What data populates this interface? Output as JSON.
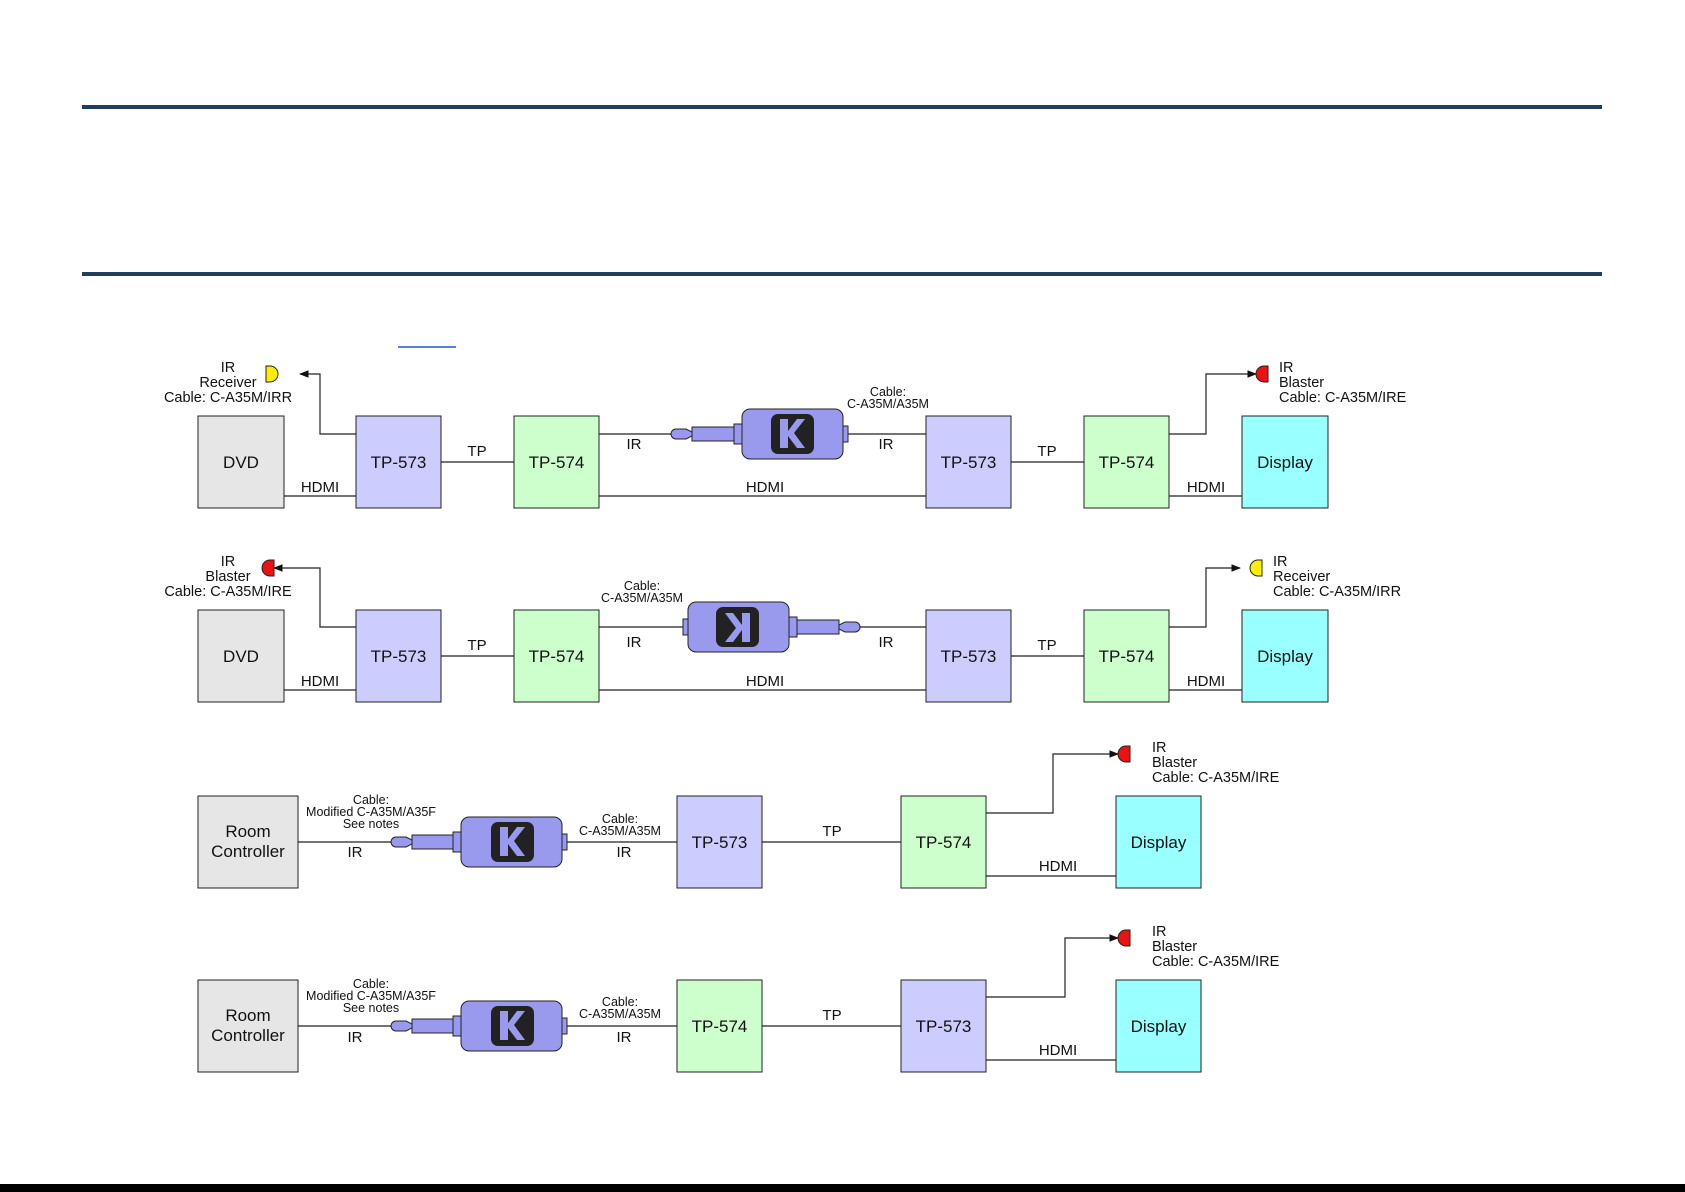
{
  "colors": {
    "rule": "#1f3f5f",
    "source_box": "#e6e6e6",
    "tp573_box": "#ccccff",
    "tp574_box": "#ccffcc",
    "display_box": "#99ffff",
    "adapter_body": "#9999ee",
    "ir_receiver": "#ffee00",
    "ir_blaster": "#ee1111"
  },
  "link_placeholder": "",
  "diagrams": [
    {
      "name": "dvd-receiver-left",
      "boxes": {
        "source": "DVD",
        "tp573_a": "TP-573",
        "tp574_a": "TP-574",
        "tp573_b": "TP-573",
        "tp574_b": "TP-574",
        "display": "Display"
      },
      "labels": {
        "hdmi_1": "HDMI",
        "tp_1": "TP",
        "ir_left": "IR",
        "ir_right": "IR",
        "hdmi_mid": "HDMI",
        "tp_2": "TP",
        "hdmi_2": "HDMI"
      },
      "cable": [
        "Cable:",
        "C-A35M/A35M"
      ],
      "left_ir": [
        "IR",
        "Receiver",
        "Cable: C-A35M/IRR"
      ],
      "right_ir": [
        "IR",
        "Blaster",
        "Cable: C-A35M/IRE"
      ]
    },
    {
      "name": "dvd-blaster-left",
      "boxes": {
        "source": "DVD",
        "tp573_a": "TP-573",
        "tp574_a": "TP-574",
        "tp573_b": "TP-573",
        "tp574_b": "TP-574",
        "display": "Display"
      },
      "labels": {
        "hdmi_1": "HDMI",
        "tp_1": "TP",
        "ir_left": "IR",
        "ir_right": "IR",
        "hdmi_mid": "HDMI",
        "tp_2": "TP",
        "hdmi_2": "HDMI"
      },
      "cable": [
        "Cable:",
        "C-A35M/A35M"
      ],
      "left_ir": [
        "IR",
        "Blaster",
        "Cable: C-A35M/IRE"
      ],
      "right_ir": [
        "IR",
        "Receiver",
        "Cable: C-A35M/IRR"
      ]
    },
    {
      "name": "room-controller-tp573",
      "boxes": {
        "source": [
          "Room",
          "Controller"
        ],
        "ext_a": "TP-573",
        "ext_b": "TP-574",
        "display": "Display"
      },
      "labels": {
        "ir_1": "IR",
        "ir_2": "IR",
        "tp": "TP",
        "hdmi": "HDMI"
      },
      "cable_left": [
        "Cable:",
        "Modified C-A35M/A35F",
        "See notes"
      ],
      "cable_right": [
        "Cable:",
        "C-A35M/A35M"
      ],
      "ir": [
        "IR",
        "Blaster",
        "Cable: C-A35M/IRE"
      ]
    },
    {
      "name": "room-controller-tp574",
      "boxes": {
        "source": [
          "Room",
          "Controller"
        ],
        "ext_a": "TP-574",
        "ext_b": "TP-573",
        "display": "Display"
      },
      "labels": {
        "ir_1": "IR",
        "ir_2": "IR",
        "tp": "TP",
        "hdmi": "HDMI"
      },
      "cable_left": [
        "Cable:",
        "Modified C-A35M/A35F",
        "See notes"
      ],
      "cable_right": [
        "Cable:",
        "C-A35M/A35M"
      ],
      "ir": [
        "IR",
        "Blaster",
        "Cable: C-A35M/IRE"
      ]
    }
  ]
}
